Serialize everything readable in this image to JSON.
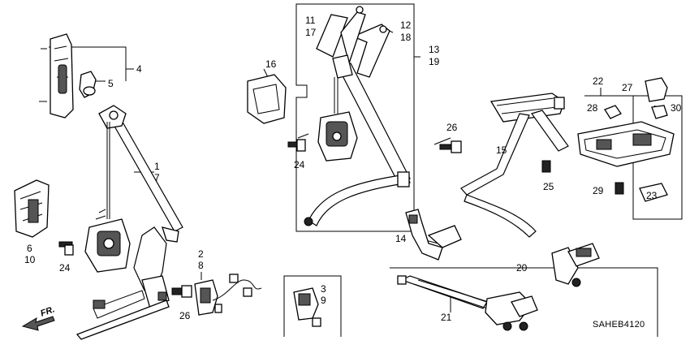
{
  "diagram": {
    "part_callouts": [
      "1",
      "7",
      "2",
      "8",
      "3",
      "9",
      "4",
      "5",
      "6",
      "10",
      "11",
      "17",
      "12",
      "18",
      "13",
      "19",
      "14",
      "15",
      "16",
      "20",
      "21",
      "22",
      "23",
      "24",
      "24",
      "25",
      "26",
      "26",
      "27",
      "28",
      "29",
      "30"
    ],
    "diagram_code": "SAHEB4120",
    "direction_label": "FR."
  }
}
